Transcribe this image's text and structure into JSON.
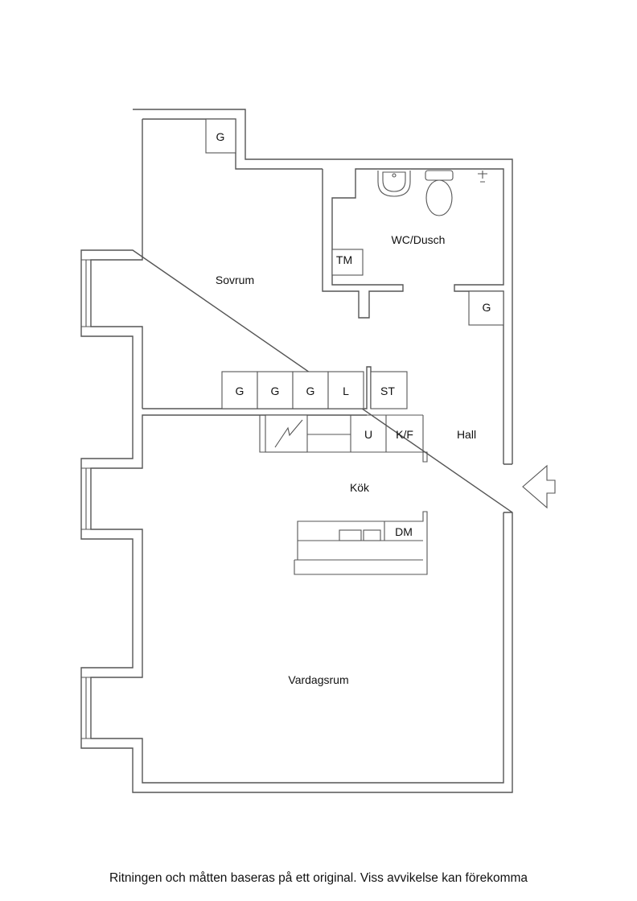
{
  "rooms": {
    "bedroom": "Sovrum",
    "bathroom": "WC/Dusch",
    "hall": "Hall",
    "kitchen": "Kök",
    "living": "Vardagsrum"
  },
  "labels": {
    "closet_bedroom_top": "G",
    "closet_hall": "G",
    "closet_row_1": "G",
    "closet_row_2": "G",
    "closet_row_3": "G",
    "linen_closet": "L",
    "storage": "ST",
    "washing_machine": "TM",
    "oven": "U",
    "fridge_freezer": "K/F",
    "dishwasher": "DM"
  },
  "footer": {
    "disclaimer": "Ritningen och måtten baseras på ett original. Viss avvikelse kan förekomma"
  }
}
